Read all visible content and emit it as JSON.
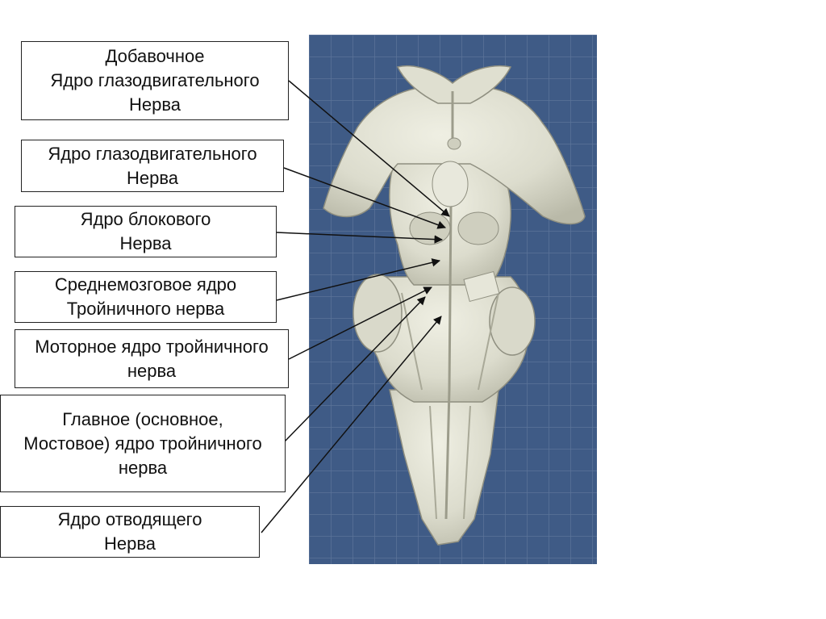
{
  "labels": [
    {
      "lines": [
        "Добавочное",
        "Ядро глазодвигательного",
        "Нерва"
      ]
    },
    {
      "lines": [
        "Ядро глазодвигательного",
        "Нерва"
      ]
    },
    {
      "lines": [
        "Ядро блокового",
        "Нерва"
      ]
    },
    {
      "lines": [
        "Среднемозговое ядро",
        "Тройничного нерва"
      ]
    },
    {
      "lines": [
        "Моторное ядро тройничного",
        "нерва"
      ]
    },
    {
      "lines": [
        "Главное (основное,",
        "Мостовое) ядро тройничного",
        "нерва"
      ]
    },
    {
      "lines": [
        "Ядро отводящего",
        "Нерва"
      ]
    }
  ],
  "colors": {
    "photo_background": "#3f5b86",
    "specimen": "#e4e4d6",
    "leader_line": "#111111"
  }
}
